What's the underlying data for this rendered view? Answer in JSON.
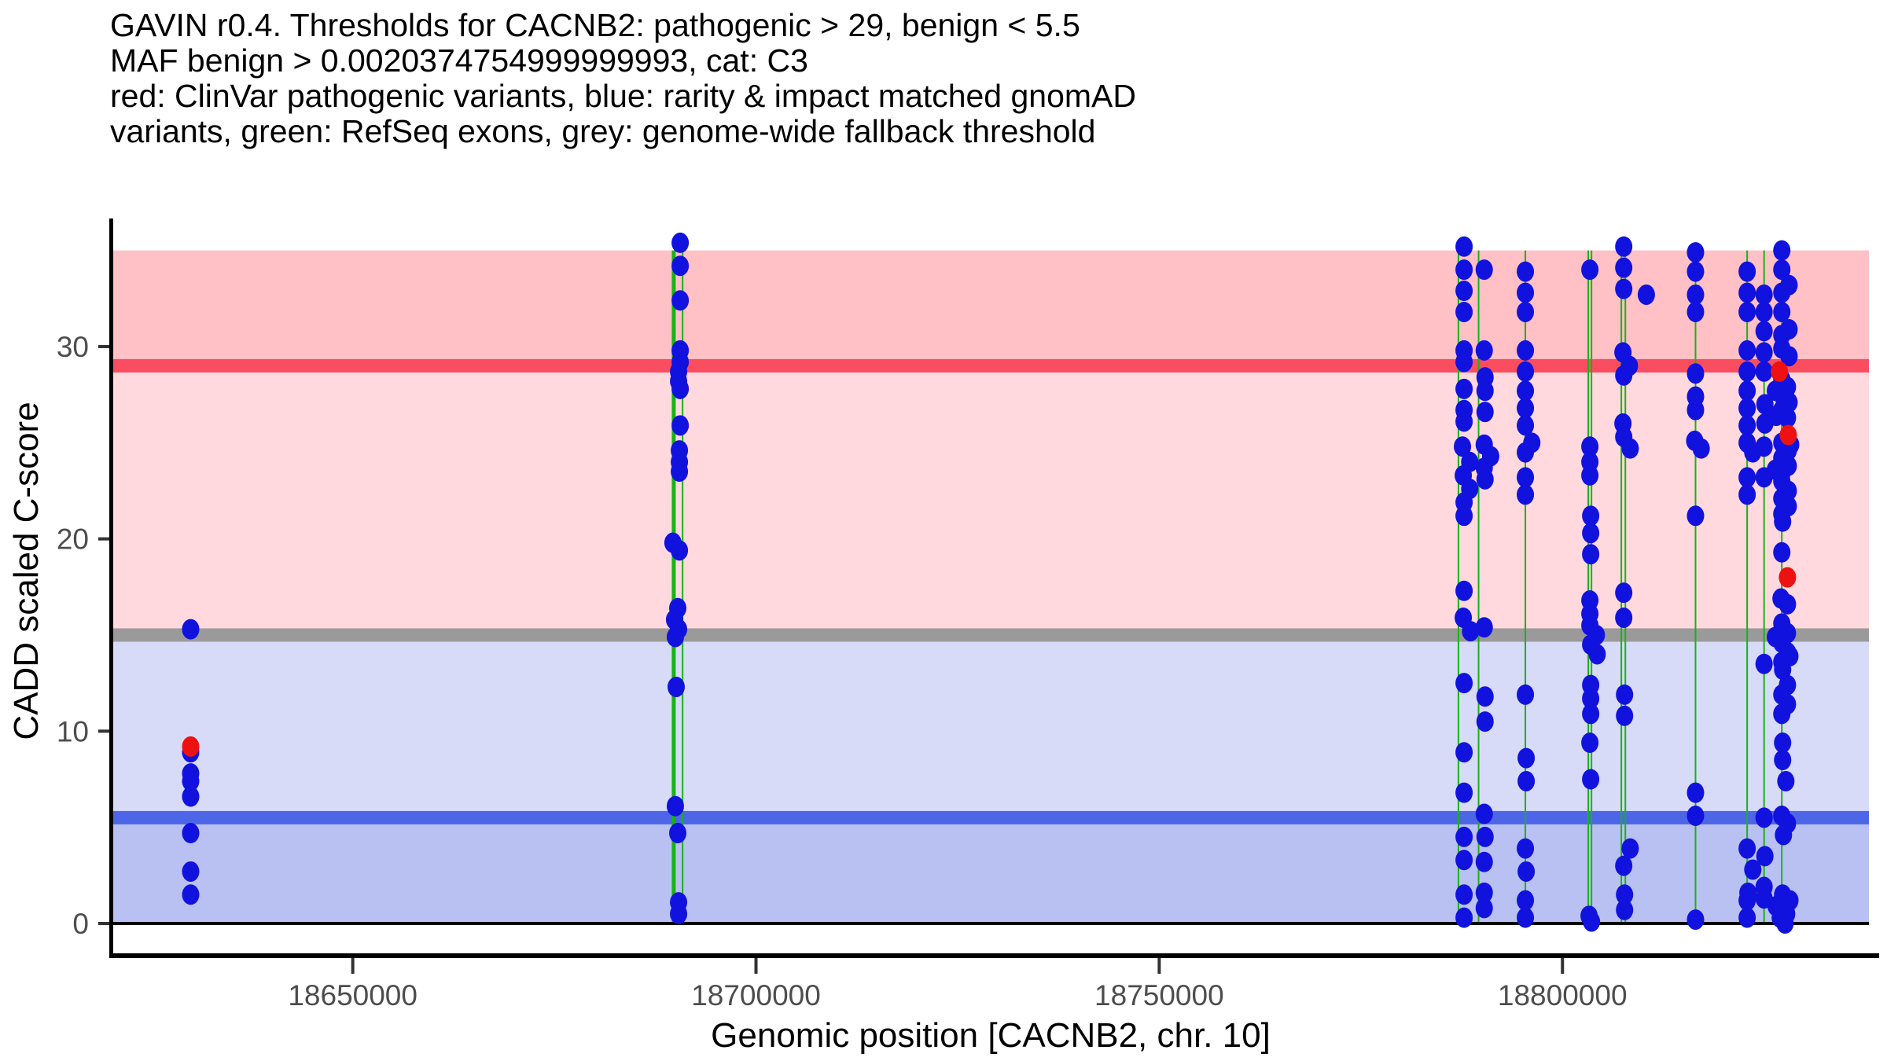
{
  "figure": {
    "title_lines": [
      "GAVIN r0.4. Thresholds for CACNB2: pathogenic > 29, benign < 5.5",
      "MAF benign > 0.0020374754999999993, cat: C3",
      "red: ClinVar pathogenic variants, blue: rarity & impact matched gnomAD",
      "variants, green: RefSeq exons, grey: genome-wide fallback threshold"
    ]
  },
  "chart_data": {
    "type": "scatter",
    "title": "GAVIN r0.4. Thresholds for CACNB2: pathogenic > 29, benign < 5.5",
    "subtitle": "MAF benign > 0.0020374754999999993, cat: C3",
    "legend_note": "red: ClinVar pathogenic variants, blue: rarity & impact matched gnomAD variants, green: RefSeq exons, grey: genome-wide fallback threshold",
    "gene": "CACNB2",
    "chromosome": "10",
    "xlabel": "Genomic position [CACNB2, chr. 10]",
    "ylabel": "CADD scaled C-score",
    "xlim": [
      18620200,
      18838000
    ],
    "ylim": [
      -1.9,
      36.7
    ],
    "x_ticks": [
      18650000,
      18700000,
      18750000,
      18800000
    ],
    "y_ticks": [
      0,
      10,
      20,
      30
    ],
    "x_tick_labels": [
      "18650000",
      "18700000",
      "18750000",
      "18800000"
    ],
    "y_tick_labels": [
      "0",
      "10",
      "20",
      "30"
    ],
    "grid": false,
    "legend_position": "none",
    "bands": [
      {
        "name": "pathogenic-zone",
        "from": 29,
        "to": 35,
        "color": "#FFC0C6"
      },
      {
        "name": "uncertain-pathogenic-zone",
        "from": 15,
        "to": 29,
        "color": "#FFD9DE"
      },
      {
        "name": "uncertain-benign-zone",
        "from": 5.5,
        "to": 15,
        "color": "#D7DBF7"
      },
      {
        "name": "benign-zone",
        "from": 0,
        "to": 5.5,
        "color": "#B9C1F2"
      }
    ],
    "thresholds": [
      {
        "name": "pathogenic-threshold",
        "value": 29,
        "color": "#FA4E60"
      },
      {
        "name": "genome-wide-fallback-threshold",
        "value": 15,
        "color": "#9A9A9A"
      },
      {
        "name": "benign-threshold",
        "value": 5.5,
        "color": "#4D66E8"
      }
    ],
    "exons": {
      "color": "#19B219",
      "positions": [
        {
          "pos": 18689800,
          "w": 5
        },
        {
          "pos": 18690900,
          "w": 2
        },
        {
          "pos": 18787100,
          "w": 2
        },
        {
          "pos": 18789600,
          "w": 2
        },
        {
          "pos": 18795400,
          "w": 2
        },
        {
          "pos": 18803200,
          "w": 2
        },
        {
          "pos": 18803600,
          "w": 2
        },
        {
          "pos": 18807300,
          "w": 2
        },
        {
          "pos": 18807800,
          "w": 2
        },
        {
          "pos": 18816500,
          "w": 2
        },
        {
          "pos": 18822900,
          "w": 2
        },
        {
          "pos": 18825000,
          "w": 2
        },
        {
          "pos": 18827200,
          "w": 2
        }
      ]
    },
    "series": [
      {
        "name": "rarity & impact matched gnomAD variants",
        "color": "#1212DF",
        "marker": "ellipse",
        "points": [
          [
            18629900,
            15.3
          ],
          [
            18629900,
            8.9
          ],
          [
            18629900,
            7.8
          ],
          [
            18629900,
            7.4
          ],
          [
            18629900,
            6.6
          ],
          [
            18629900,
            4.7
          ],
          [
            18629900,
            2.7
          ],
          [
            18629900,
            1.5
          ],
          [
            18690600,
            35.4
          ],
          [
            18690600,
            34.2
          ],
          [
            18690600,
            32.4
          ],
          [
            18690600,
            29.8
          ],
          [
            18690600,
            29.2
          ],
          [
            18690400,
            28.7
          ],
          [
            18690400,
            28.2
          ],
          [
            18690600,
            27.8
          ],
          [
            18690600,
            25.9
          ],
          [
            18690500,
            24.6
          ],
          [
            18690500,
            24.0
          ],
          [
            18690500,
            23.5
          ],
          [
            18689700,
            19.8
          ],
          [
            18690500,
            19.4
          ],
          [
            18690300,
            16.4
          ],
          [
            18689900,
            15.8
          ],
          [
            18690400,
            15.3
          ],
          [
            18690000,
            14.9
          ],
          [
            18690100,
            12.3
          ],
          [
            18690000,
            6.1
          ],
          [
            18690300,
            4.7
          ],
          [
            18690400,
            1.1
          ],
          [
            18690400,
            0.5
          ],
          [
            18787800,
            35.2
          ],
          [
            18787800,
            34.0
          ],
          [
            18787800,
            32.9
          ],
          [
            18787800,
            31.8
          ],
          [
            18787800,
            29.8
          ],
          [
            18787800,
            29.2
          ],
          [
            18787800,
            27.8
          ],
          [
            18787800,
            26.7
          ],
          [
            18787800,
            26.1
          ],
          [
            18787600,
            24.8
          ],
          [
            18788500,
            24.0
          ],
          [
            18787700,
            23.3
          ],
          [
            18788500,
            22.6
          ],
          [
            18787800,
            21.9
          ],
          [
            18787800,
            21.2
          ],
          [
            18787800,
            17.3
          ],
          [
            18787700,
            15.9
          ],
          [
            18788600,
            15.2
          ],
          [
            18787800,
            12.5
          ],
          [
            18787800,
            8.9
          ],
          [
            18787800,
            6.8
          ],
          [
            18787800,
            4.5
          ],
          [
            18787800,
            3.3
          ],
          [
            18787800,
            1.5
          ],
          [
            18787800,
            0.3
          ],
          [
            18790300,
            34.0
          ],
          [
            18790300,
            29.8
          ],
          [
            18790400,
            28.4
          ],
          [
            18790400,
            27.7
          ],
          [
            18790400,
            26.6
          ],
          [
            18790300,
            24.9
          ],
          [
            18791100,
            24.3
          ],
          [
            18790300,
            23.7
          ],
          [
            18790400,
            23.1
          ],
          [
            18790300,
            15.4
          ],
          [
            18790400,
            11.8
          ],
          [
            18790400,
            10.5
          ],
          [
            18790300,
            5.7
          ],
          [
            18790400,
            4.5
          ],
          [
            18790300,
            3.2
          ],
          [
            18790300,
            1.6
          ],
          [
            18790300,
            0.8
          ],
          [
            18795400,
            33.9
          ],
          [
            18795400,
            32.8
          ],
          [
            18795400,
            31.8
          ],
          [
            18795400,
            29.8
          ],
          [
            18795400,
            28.7
          ],
          [
            18795400,
            27.7
          ],
          [
            18795400,
            26.8
          ],
          [
            18795400,
            25.9
          ],
          [
            18796200,
            25.0
          ],
          [
            18795400,
            24.5
          ],
          [
            18795400,
            23.2
          ],
          [
            18795400,
            22.3
          ],
          [
            18795400,
            11.9
          ],
          [
            18795500,
            8.6
          ],
          [
            18795500,
            7.4
          ],
          [
            18795400,
            3.9
          ],
          [
            18795500,
            2.7
          ],
          [
            18795400,
            1.2
          ],
          [
            18795400,
            0.3
          ],
          [
            18803400,
            34.0
          ],
          [
            18803400,
            24.8
          ],
          [
            18803400,
            24.0
          ],
          [
            18803400,
            23.3
          ],
          [
            18803500,
            21.2
          ],
          [
            18803500,
            20.3
          ],
          [
            18803500,
            19.2
          ],
          [
            18803400,
            16.8
          ],
          [
            18803400,
            16.1
          ],
          [
            18803400,
            15.5
          ],
          [
            18804200,
            15.0
          ],
          [
            18803500,
            14.5
          ],
          [
            18804300,
            14.0
          ],
          [
            18803500,
            12.4
          ],
          [
            18803500,
            11.7
          ],
          [
            18803500,
            10.9
          ],
          [
            18803400,
            9.4
          ],
          [
            18803500,
            7.5
          ],
          [
            18803300,
            0.4
          ],
          [
            18803600,
            0.1
          ],
          [
            18807600,
            35.2
          ],
          [
            18807600,
            34.1
          ],
          [
            18807600,
            33.0
          ],
          [
            18810400,
            32.7
          ],
          [
            18807500,
            29.7
          ],
          [
            18808300,
            29.0
          ],
          [
            18807600,
            28.5
          ],
          [
            18807500,
            26.0
          ],
          [
            18807600,
            25.3
          ],
          [
            18808400,
            24.7
          ],
          [
            18807600,
            17.2
          ],
          [
            18807600,
            15.9
          ],
          [
            18807700,
            11.9
          ],
          [
            18807700,
            10.8
          ],
          [
            18808400,
            3.9
          ],
          [
            18807600,
            3.0
          ],
          [
            18807700,
            1.5
          ],
          [
            18807700,
            0.7
          ],
          [
            18816500,
            34.9
          ],
          [
            18816500,
            33.9
          ],
          [
            18816500,
            32.7
          ],
          [
            18816500,
            31.8
          ],
          [
            18816500,
            28.6
          ],
          [
            18816500,
            27.4
          ],
          [
            18816500,
            26.7
          ],
          [
            18816400,
            25.1
          ],
          [
            18817200,
            24.7
          ],
          [
            18816500,
            21.2
          ],
          [
            18816500,
            6.8
          ],
          [
            18816500,
            5.6
          ],
          [
            18816500,
            0.2
          ],
          [
            18822900,
            33.9
          ],
          [
            18822900,
            32.8
          ],
          [
            18822900,
            31.8
          ],
          [
            18822900,
            29.8
          ],
          [
            18822900,
            28.7
          ],
          [
            18822900,
            27.7
          ],
          [
            18822900,
            26.8
          ],
          [
            18822900,
            25.9
          ],
          [
            18822900,
            25.0
          ],
          [
            18823600,
            24.5
          ],
          [
            18822900,
            23.2
          ],
          [
            18822900,
            22.3
          ],
          [
            18822900,
            3.9
          ],
          [
            18823600,
            2.8
          ],
          [
            18823000,
            1.6
          ],
          [
            18822900,
            1.2
          ],
          [
            18822900,
            0.3
          ],
          [
            18825000,
            32.7
          ],
          [
            18825000,
            31.8
          ],
          [
            18825000,
            30.8
          ],
          [
            18825000,
            29.7
          ],
          [
            18825000,
            28.7
          ],
          [
            18825100,
            27.0
          ],
          [
            18825100,
            26.0
          ],
          [
            18825000,
            24.8
          ],
          [
            18825000,
            23.2
          ],
          [
            18825000,
            13.5
          ],
          [
            18825000,
            5.5
          ],
          [
            18825100,
            3.5
          ],
          [
            18825000,
            1.9
          ],
          [
            18825000,
            1.3
          ],
          [
            18827200,
            35.0
          ],
          [
            18827200,
            34.0
          ],
          [
            18828100,
            33.2
          ],
          [
            18827200,
            32.8
          ],
          [
            18827200,
            31.8
          ],
          [
            18828100,
            30.9
          ],
          [
            18827200,
            30.6
          ],
          [
            18827200,
            29.9
          ],
          [
            18828100,
            29.5
          ],
          [
            18827200,
            28.3
          ],
          [
            18827900,
            27.9
          ],
          [
            18826400,
            27.7
          ],
          [
            18827200,
            27.5
          ],
          [
            18828100,
            27.1
          ],
          [
            18827200,
            26.7
          ],
          [
            18826500,
            26.4
          ],
          [
            18827900,
            26.3
          ],
          [
            18827200,
            25.0
          ],
          [
            18828300,
            24.9
          ],
          [
            18828000,
            24.6
          ],
          [
            18827200,
            24.2
          ],
          [
            18828000,
            23.8
          ],
          [
            18826400,
            23.6
          ],
          [
            18827200,
            23.4
          ],
          [
            18827200,
            23.0
          ],
          [
            18828000,
            22.5
          ],
          [
            18827200,
            22.1
          ],
          [
            18828000,
            21.7
          ],
          [
            18827200,
            21.3
          ],
          [
            18827300,
            20.9
          ],
          [
            18827200,
            19.3
          ],
          [
            18827100,
            16.9
          ],
          [
            18827900,
            16.6
          ],
          [
            18827200,
            15.6
          ],
          [
            18827900,
            15.1
          ],
          [
            18826400,
            14.9
          ],
          [
            18827200,
            14.6
          ],
          [
            18827900,
            14.1
          ],
          [
            18828200,
            13.9
          ],
          [
            18827200,
            13.6
          ],
          [
            18827300,
            13.2
          ],
          [
            18827900,
            12.4
          ],
          [
            18827200,
            11.9
          ],
          [
            18827900,
            11.4
          ],
          [
            18827200,
            10.9
          ],
          [
            18827300,
            9.4
          ],
          [
            18827300,
            8.5
          ],
          [
            18827700,
            7.4
          ],
          [
            18827200,
            5.6
          ],
          [
            18827900,
            5.2
          ],
          [
            18827400,
            4.6
          ],
          [
            18827300,
            1.5
          ],
          [
            18828200,
            1.2
          ],
          [
            18827800,
            1.1
          ],
          [
            18826500,
            0.9
          ],
          [
            18827200,
            0.8
          ],
          [
            18827800,
            0.5
          ],
          [
            18827000,
            0.3
          ],
          [
            18827400,
            0.2
          ],
          [
            18827600,
            0.0
          ]
        ]
      },
      {
        "name": "ClinVar pathogenic variants",
        "color": "#EE1111",
        "marker": "ellipse",
        "points": [
          [
            18629900,
            9.2
          ],
          [
            18826900,
            28.7
          ],
          [
            18828000,
            25.4
          ],
          [
            18827900,
            18.0
          ]
        ]
      }
    ]
  }
}
